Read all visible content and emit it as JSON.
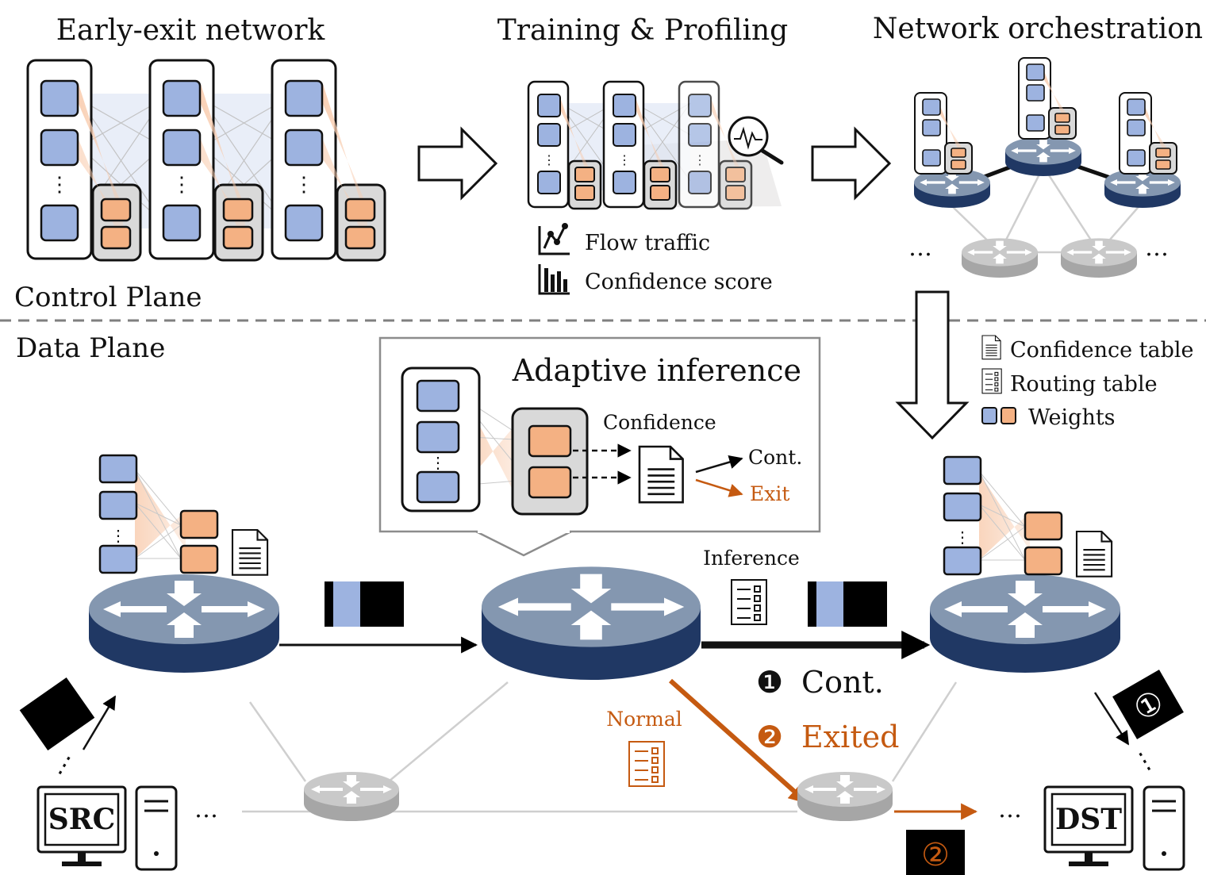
{
  "headers": {
    "early_exit": "Early-exit network",
    "training": "Training & Profiling",
    "orchestration": "Network orchestration"
  },
  "planes": {
    "control": "Control Plane",
    "data": "Data Plane"
  },
  "training_legend": {
    "flow_traffic": "Flow traffic",
    "confidence_score": "Confidence score"
  },
  "deploy_legend": {
    "confidence_table": "Confidence table",
    "routing_table": "Routing table",
    "weights": "Weights"
  },
  "adaptive": {
    "title": "Adaptive inference",
    "confidence": "Confidence",
    "cont": "Cont.",
    "exit": "Exit"
  },
  "paths": {
    "inference": "Inference",
    "normal": "Normal",
    "cont_marker": "❶",
    "cont_label": "Cont.",
    "exited_marker": "❷",
    "exited_label": "Exited",
    "packet_1": "①",
    "packet_2": "②"
  },
  "hosts": {
    "src": "SRC",
    "dst": "DST",
    "ellipsis": "…",
    "vdots": "⋮"
  },
  "colors": {
    "router_top": "#8497b0",
    "router_side": "#203864",
    "router_grey_top": "#bfbfbf",
    "router_grey_side": "#a6a6a6",
    "layer_blue": "#9db3e0",
    "exit_orange": "#f4b183",
    "accent_orange": "#c55a11"
  },
  "icons": [
    "router-icon",
    "document-icon",
    "routing-table-icon",
    "monitor-icon",
    "server-icon",
    "arrow-icon",
    "chart-line-icon",
    "bar-chart-icon",
    "magnifier-icon"
  ]
}
